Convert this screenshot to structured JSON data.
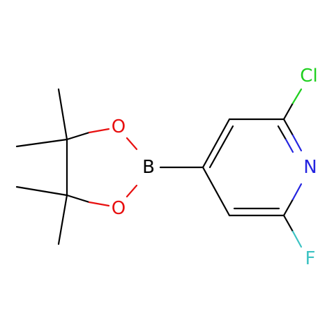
{
  "molecule": {
    "atoms": {
      "cl": {
        "label": "Cl",
        "color": "#1FD01F"
      },
      "n": {
        "label": "N",
        "color": "#2424E0"
      },
      "f": {
        "label": "F",
        "color": "#3DC3C3"
      },
      "b": {
        "label": "B",
        "color": "#000000"
      },
      "o1": {
        "label": "O",
        "color": "#E81010"
      },
      "o2": {
        "label": "O",
        "color": "#E81010"
      }
    },
    "bond_color": "#000000"
  }
}
